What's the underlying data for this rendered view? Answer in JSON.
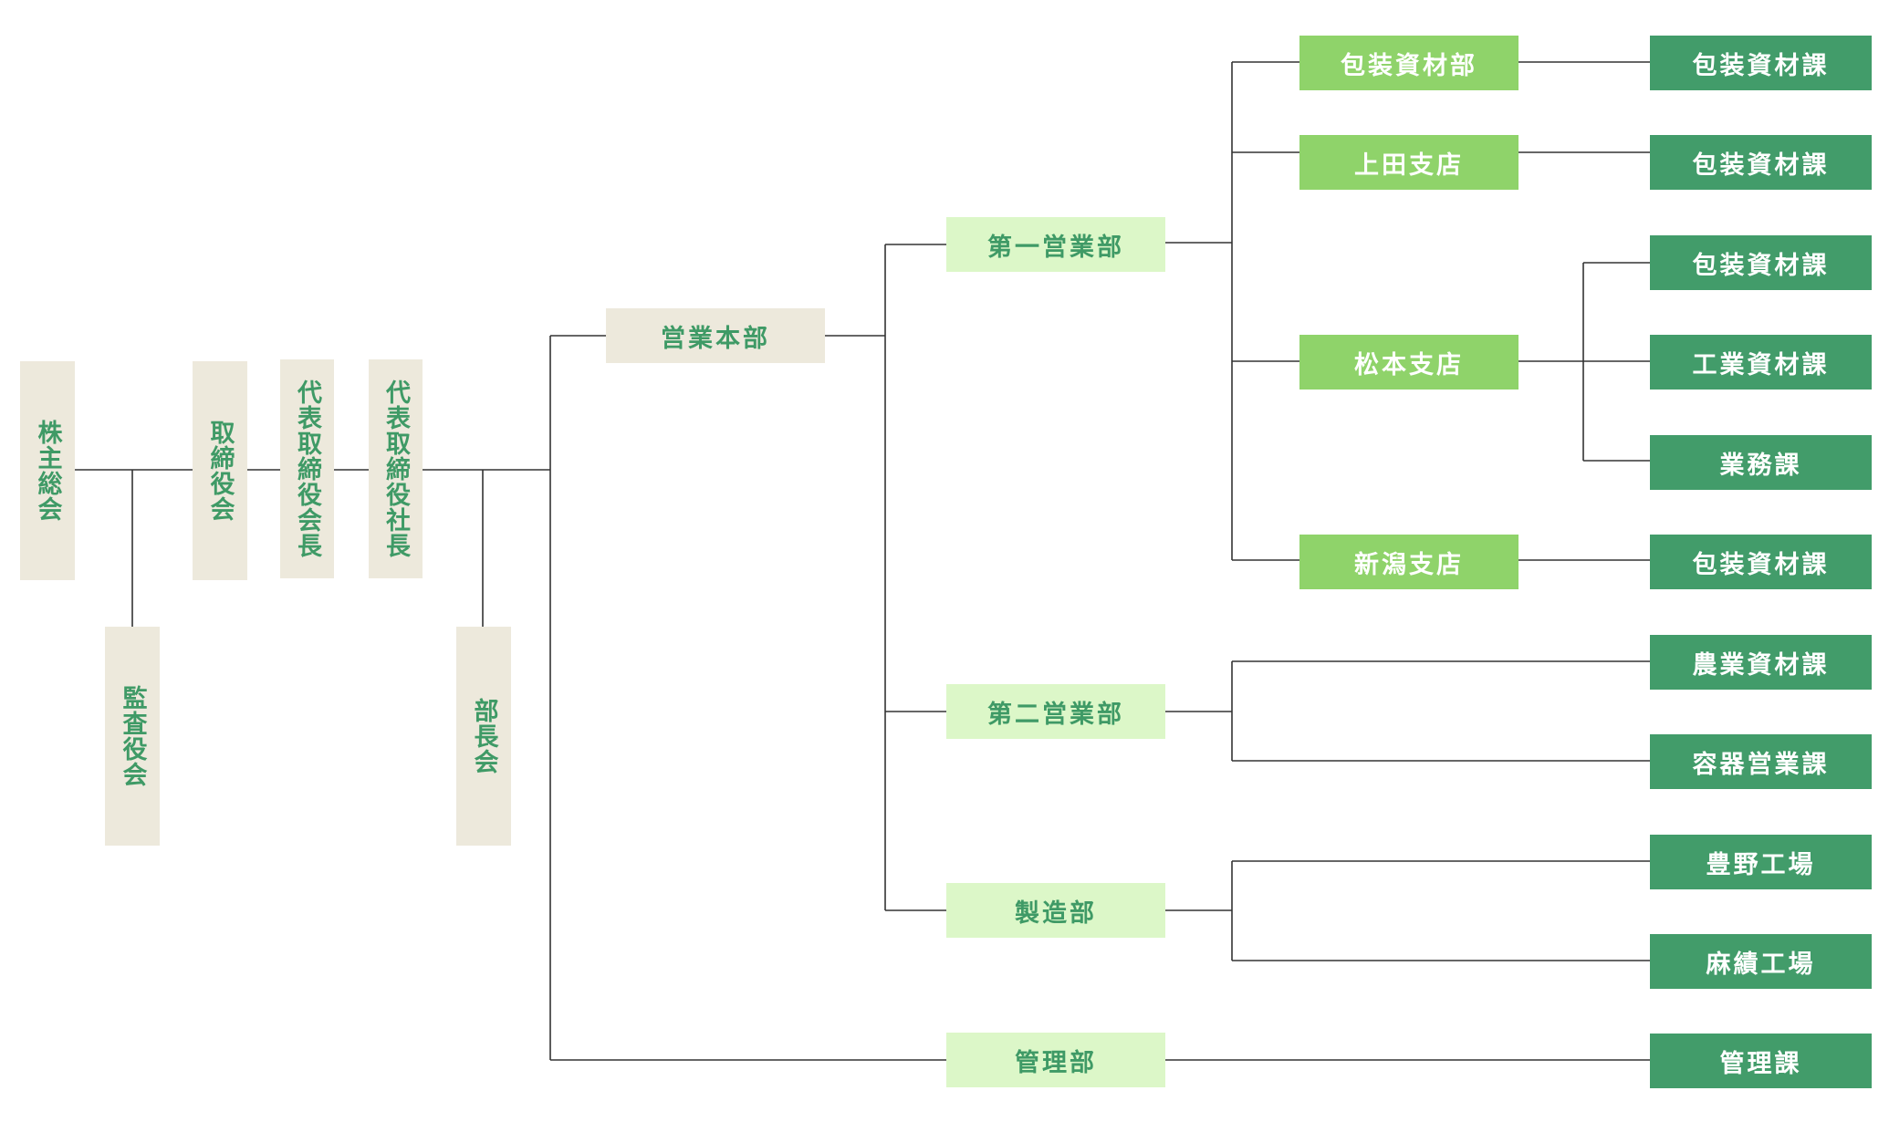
{
  "colors": {
    "beige_box": "#ede9dc",
    "pale_green_box": "#dcf7c8",
    "mid_green_box": "#8fd36a",
    "dark_green_box": "#429c6a",
    "green_text": "#3f9a66",
    "connector_line": "#333333"
  },
  "governance": {
    "shareholders_meeting": "株主総会",
    "audit_board": "監査役会",
    "board_of_directors": "取締役会",
    "chairman": "代表取締役会長",
    "president": "代表取締役社長",
    "managers_meeting": "部長会"
  },
  "sales_hq": "営業本部",
  "departments": {
    "sales1": "第一営業部",
    "sales2": "第二営業部",
    "manufacturing": "製造部",
    "administration": "管理部"
  },
  "branches": {
    "packaging_dept": "包装資材部",
    "ueda": "上田支店",
    "matsumoto": "松本支店",
    "niigata": "新潟支店"
  },
  "sections": {
    "packaging_1": "包装資材課",
    "packaging_2": "包装資材課",
    "packaging_3": "包装資材課",
    "industrial": "工業資材課",
    "business": "業務課",
    "packaging_4": "包装資材課",
    "agricultural": "農業資材課",
    "container_sales": "容器営業課",
    "toyono_factory": "豊野工場",
    "asatsumugi_factory": "麻績工場",
    "admin_section": "管理課"
  }
}
